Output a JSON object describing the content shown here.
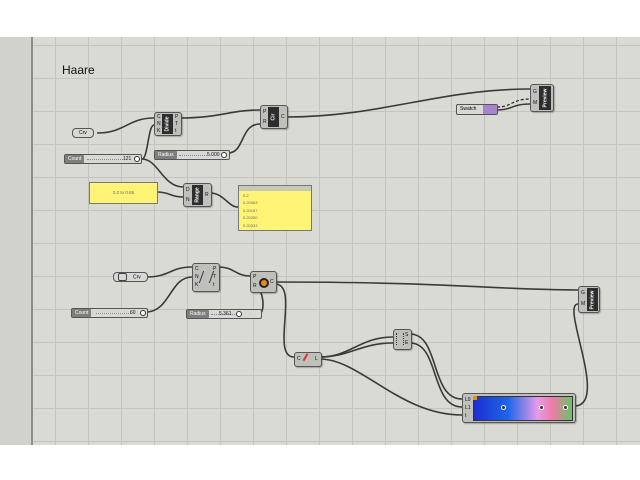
{
  "canvas": {
    "title": "Haare"
  },
  "components": {
    "divide": {
      "name": "Divide",
      "inputs": [
        "C",
        "N",
        "K"
      ],
      "outputs": [
        "P",
        "T",
        "t"
      ]
    },
    "circle": {
      "name": "Cir",
      "inputs": [
        "P",
        "R"
      ],
      "output": "C"
    },
    "range": {
      "name": "Range",
      "inputs": [
        "D",
        "N"
      ],
      "output": "R"
    },
    "preview_top": {
      "name": "Preview",
      "inputs": [
        "G",
        "M"
      ]
    },
    "swatch": {
      "label": "Swatch"
    },
    "divide2": {
      "inputs": [
        "C",
        "N",
        "K"
      ],
      "outputs": [
        "P",
        "T",
        "t"
      ]
    },
    "circle2": {
      "inputs": [
        "P",
        "R"
      ],
      "output": "C"
    },
    "line_param": {
      "inputs": [
        "C"
      ],
      "output": "L"
    },
    "split": {
      "inputs": [
        "",
        ""
      ],
      "outputs": [
        "S",
        "E"
      ]
    },
    "gradient": {
      "inputs": [
        "L0",
        "L1",
        "t"
      ]
    },
    "preview_bottom": {
      "name": "Preview",
      "inputs": [
        "G",
        "M"
      ]
    }
  },
  "params": {
    "crv_top": "Crv",
    "crv_bottom": "Crv"
  },
  "sliders": {
    "count_top": {
      "label": "Count",
      "value": "121"
    },
    "radius_top": {
      "label": "Radius",
      "value": "5.000"
    },
    "count_bottom": {
      "label": "Count",
      "value": "60"
    },
    "radius_bottom": {
      "label": "Radius",
      "value": "5.361"
    }
  },
  "panels": {
    "domain": {
      "text": "0.2 to 0.65"
    },
    "output_list": {
      "rows": [
        "0.2",
        "0.20083",
        "0.20167",
        "0.20250",
        "0.20333"
      ]
    }
  },
  "colors": {
    "canvas": "#dadad5",
    "grid": "#c4c4bf",
    "panel_yellow": "#fff476",
    "swatch": "#a884d0",
    "component": "#bfbfbb",
    "wire": "#3a3a3a"
  }
}
